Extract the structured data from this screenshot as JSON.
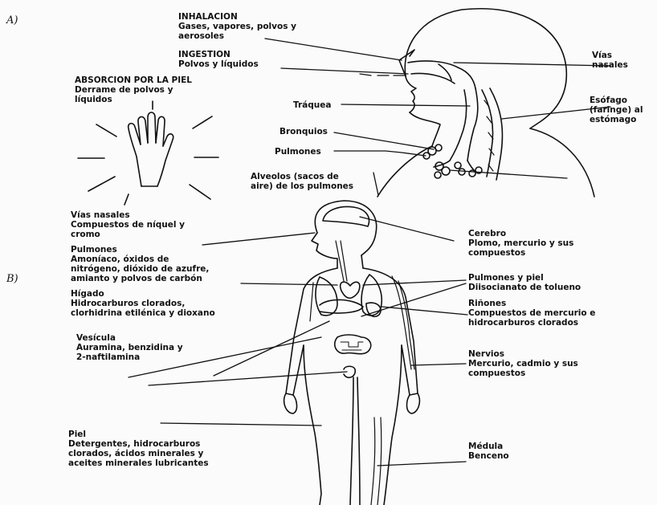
{
  "panel_labels": {
    "a": "A)",
    "b": "B)"
  },
  "panel_a": {
    "inhalacion": {
      "title": "INHALACION",
      "line1": "Gases, vapores, polvos y",
      "line2": "aerosoles"
    },
    "ingestion": {
      "title": "INGESTION",
      "line1": "Polvos y líquidos"
    },
    "absorcion": {
      "title": "ABSORCION POR LA PIEL",
      "line1": "Derrame de polvos y",
      "line2": "líquidos"
    },
    "traquea": "Tráquea",
    "bronquios": "Bronquios",
    "pulmones": "Pulmones",
    "alveolos": {
      "line1": "Alveolos (sacos de",
      "line2": "aire) de los pulmones"
    },
    "vias_nasales": {
      "line1": "Vías",
      "line2": "nasales"
    },
    "esofago": {
      "line1": "Esófago",
      "line2": "(faringe) al",
      "line3": "estómago"
    }
  },
  "panel_b": {
    "vias_nasales": {
      "title": "Vías nasales",
      "line1": "Compuestos de níquel y",
      "line2": "cromo"
    },
    "pulmones": {
      "title": "Pulmones",
      "line1": "Amoníaco, óxidos de",
      "line2": "nitrógeno, dióxido de azufre,",
      "line3": "amianto y polvos de carbón"
    },
    "higado": {
      "title": "Hígado",
      "line1": "Hidrocarburos clorados,",
      "line2": "clorhidrina etilénica y dioxano"
    },
    "vesicula": {
      "title": "Vesícula",
      "line1": "Auramina, benzidina y",
      "line2": "2-naftilamina"
    },
    "piel": {
      "title": "Piel",
      "line1": "Detergentes, hidrocarburos",
      "line2": "clorados, ácidos minerales y",
      "line3": "aceites minerales lubricantes"
    },
    "cerebro": {
      "title": "Cerebro",
      "line1": "Plomo, mercurio y sus",
      "line2": "compuestos"
    },
    "pulmones_piel": {
      "title": "Pulmones y piel",
      "line1": "Diisocianato de tolueno"
    },
    "rinones": {
      "title": "Riñones",
      "line1": "Compuestos de mercurio e",
      "line2": "hidrocarburos clorados"
    },
    "nervios": {
      "title": "Nervios",
      "line1": "Mercurio, cadmio y sus",
      "line2": "compuestos"
    },
    "medula": {
      "title": "Médula",
      "line1": "Benceno"
    }
  }
}
